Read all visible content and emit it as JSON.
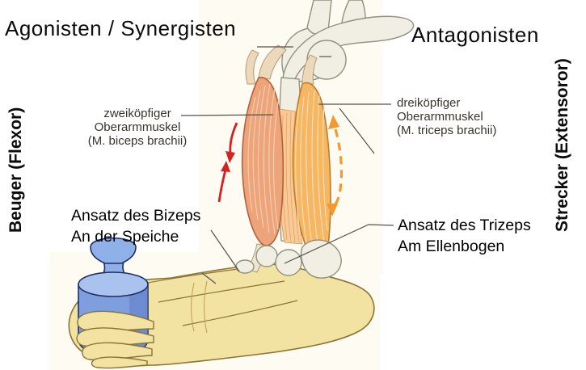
{
  "header": {
    "agonists_title": "Agonisten / Synergisten",
    "antagonists_title": "Antagonisten"
  },
  "side_labels": {
    "flexor": "Beuger (Flexor)",
    "extensor": "Strecker (Extensoror)"
  },
  "annotations": {
    "biceps": {
      "line1": "zweiköpfiger",
      "line2": "Oberarmmuskel",
      "line3": "(M. biceps brachii)"
    },
    "triceps": {
      "line1": "dreiköpfiger",
      "line2": "Oberarmmuskel",
      "line3": "(M. triceps brachii)"
    },
    "biceps_insertion": {
      "line1": "Ansatz des Bizeps",
      "line2": "An der Speiche"
    },
    "triceps_insertion": {
      "line1": "Ansatz des Trizeps",
      "line2": "Am Ellenbogen"
    }
  },
  "colors": {
    "flexor_arrow_red": "#d42222",
    "extensor_arrow_orange": "#f19a30",
    "biceps_muscle": "#eda47a",
    "triceps_muscle": "#f5b763",
    "bone": "#f1efe3",
    "skin": "#f3e3a2",
    "weight_blue": "#7f9ede"
  }
}
